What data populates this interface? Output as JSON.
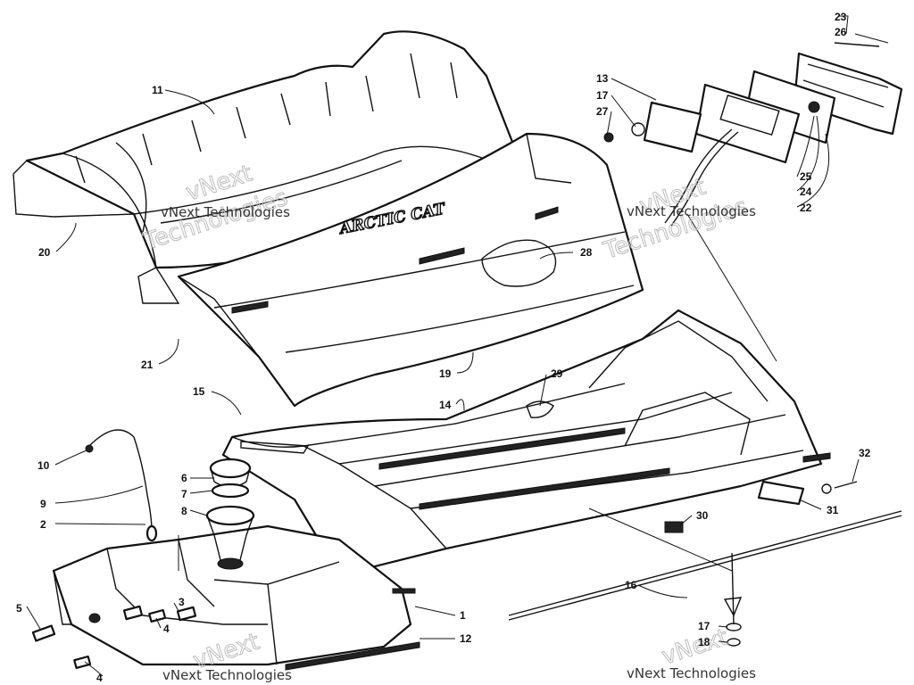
{
  "brand": {
    "logo_text": "ARCTIC CAT"
  },
  "watermark": {
    "caption": "vNext Technologies",
    "faint_words": [
      "vNext",
      "Technologies"
    ]
  },
  "callouts": [
    {
      "id": "c23",
      "text": "23"
    },
    {
      "id": "c26",
      "text": "26"
    },
    {
      "id": "c11",
      "text": "11"
    },
    {
      "id": "c13",
      "text": "13"
    },
    {
      "id": "c17a",
      "text": "17"
    },
    {
      "id": "c27",
      "text": "27"
    },
    {
      "id": "c25",
      "text": "25"
    },
    {
      "id": "c24",
      "text": "24"
    },
    {
      "id": "c22",
      "text": "22"
    },
    {
      "id": "c20",
      "text": "20"
    },
    {
      "id": "c28",
      "text": "28"
    },
    {
      "id": "c21",
      "text": "21"
    },
    {
      "id": "c19",
      "text": "19"
    },
    {
      "id": "c29",
      "text": "29"
    },
    {
      "id": "c15",
      "text": "15"
    },
    {
      "id": "c14",
      "text": "14"
    },
    {
      "id": "c10",
      "text": "10"
    },
    {
      "id": "c6",
      "text": "6"
    },
    {
      "id": "c7",
      "text": "7"
    },
    {
      "id": "c8",
      "text": "8"
    },
    {
      "id": "c9",
      "text": "9"
    },
    {
      "id": "c2",
      "text": "2"
    },
    {
      "id": "c32",
      "text": "32"
    },
    {
      "id": "c31",
      "text": "31"
    },
    {
      "id": "c30",
      "text": "30"
    },
    {
      "id": "c5",
      "text": "5"
    },
    {
      "id": "c3",
      "text": "3"
    },
    {
      "id": "c4a",
      "text": "4"
    },
    {
      "id": "c1",
      "text": "1"
    },
    {
      "id": "c16",
      "text": "16"
    },
    {
      "id": "c17b",
      "text": "17"
    },
    {
      "id": "c12",
      "text": "12"
    },
    {
      "id": "c18",
      "text": "18"
    },
    {
      "id": "c4b",
      "text": "4"
    }
  ]
}
